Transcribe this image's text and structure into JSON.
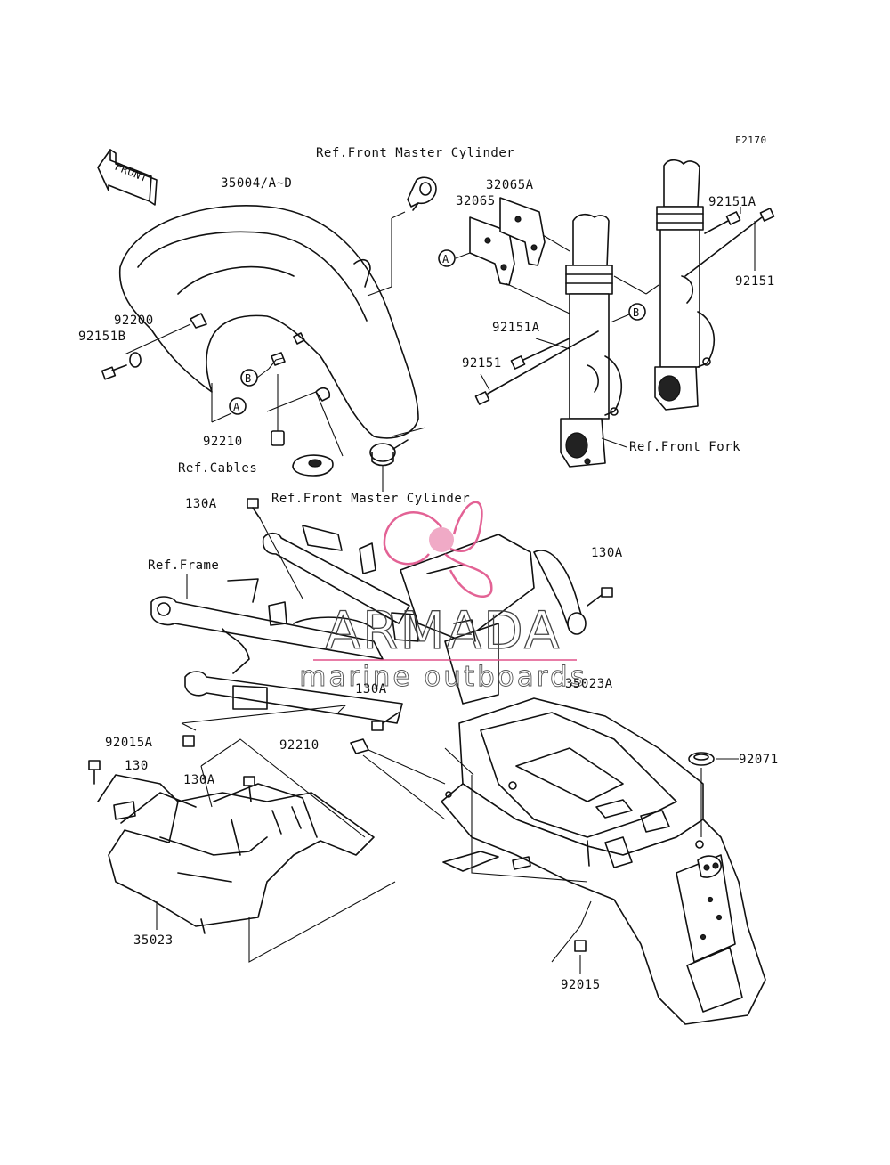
{
  "diagram_code": "F2170",
  "front_arrow_label": "FRONT",
  "callouts": {
    "a": "A",
    "b": "B"
  },
  "labels": {
    "fender_front": "35004/A~D",
    "ref_master_cyl_top": "Ref.Front Master Cylinder",
    "p32065A": "32065A",
    "p32065": "32065",
    "p92151A_top": "92151A",
    "p92151_top": "92151",
    "p92200": "92200",
    "p92151B": "92151B",
    "p92151A_mid": "92151A",
    "p92151_mid": "92151",
    "p92210_top": "92210",
    "ref_cables": "Ref.Cables",
    "ref_front_fork": "Ref.Front Fork",
    "ref_master_cyl_bottom": "Ref.Front Master Cylinder",
    "p130A_1": "130A",
    "ref_frame": "Ref.Frame",
    "p130A_2": "130A",
    "p130A_3": "130A",
    "p35023A": "35023A",
    "p92015A": "92015A",
    "p92210_bottom": "92210",
    "p92071": "92071",
    "p130": "130",
    "p130A_4": "130A",
    "p35023": "35023",
    "p92015": "92015"
  },
  "watermark": {
    "title": "ARMADA",
    "subtitle": "marine outboards",
    "accent_color": "#e0528a"
  }
}
